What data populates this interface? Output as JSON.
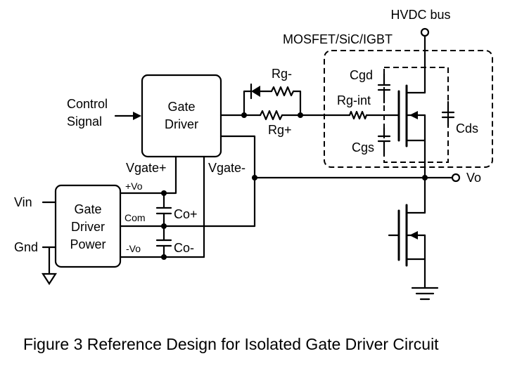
{
  "labels": {
    "hvdc_bus": "HVDC bus",
    "mosfet_group": "MOSFET/SiC/IGBT",
    "rg_minus": "Rg-",
    "rg_plus": "Rg+",
    "rg_int": "Rg-int",
    "cgd": "Cgd",
    "cgs": "Cgs",
    "cds": "Cds",
    "control_line1": "Control",
    "control_line2": "Signal",
    "gate_driver_line1": "Gate",
    "gate_driver_line2": "Driver",
    "vgate_plus": "Vgate+",
    "vgate_minus": "Vgate-",
    "vo": "Vo",
    "plus_vo": "+Vo",
    "com": "Com",
    "minus_vo": "-Vo",
    "co_plus": "Co+",
    "co_minus": "Co-",
    "vin": "Vin",
    "gnd": "Gnd",
    "power_line1": "Gate",
    "power_line2": "Driver",
    "power_line3": "Power"
  },
  "caption": "Figure 3 Reference Design for Isolated Gate Driver Circuit"
}
